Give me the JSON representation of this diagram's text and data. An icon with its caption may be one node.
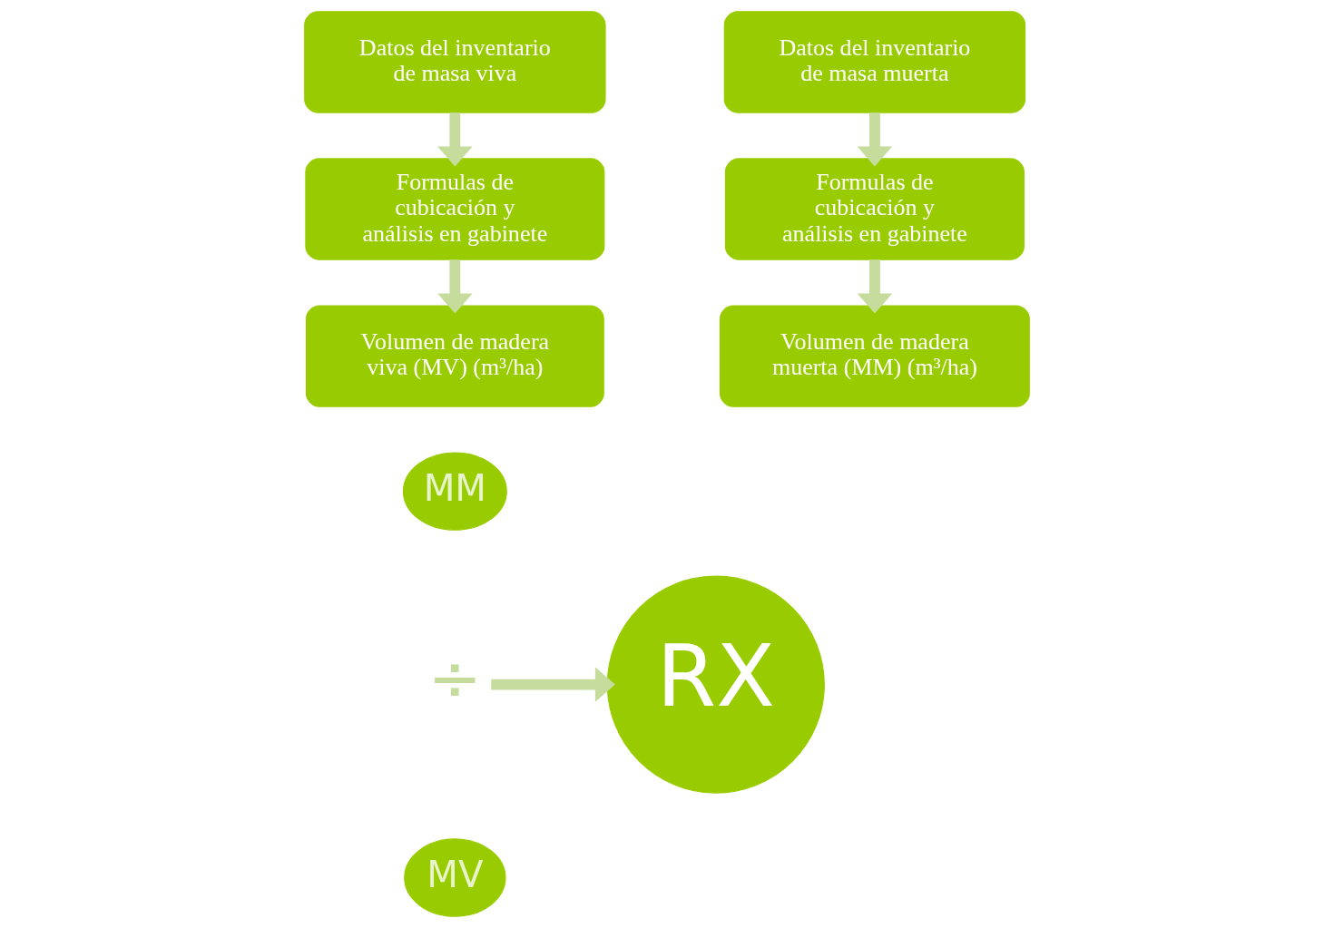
{
  "diagram": {
    "nodes": [
      {
        "text": [
          "Datos del inventario de masa viva"
        ]
      },
      {
        "text": [
          "Formulas de cubicación y análisis en gabinete"
        ]
      },
      {
        "text": [
          "Volumen de madera viva (MV) (m³/ha)"
        ]
      },
      {
        "text": [
          "Datos del inventario de masa muerta"
        ]
      },
      {
        "text": [
          "Formulas de cubicación y análisis en gabinete"
        ]
      },
      {
        "text": [
          "Volumen de madera muerta (MM) (m³/ha)"
        ]
      },
      {
        "text": [
          "MM"
        ]
      },
      {
        "text": [
          "÷"
        ]
      },
      {
        "text": [
          "MV"
        ]
      },
      {
        "text": [
          "RX"
        ]
      }
    ],
    "edges": [
      {
        "from": 0,
        "to": 1,
        "arrow": "to"
      },
      {
        "from": 1,
        "to": 2,
        "arrow": "to"
      },
      {
        "from": 3,
        "to": 4,
        "arrow": "to"
      },
      {
        "from": 4,
        "to": 5,
        "arrow": "to"
      },
      {
        "from": 7,
        "to": 9,
        "arrow": "to"
      }
    ]
  }
}
